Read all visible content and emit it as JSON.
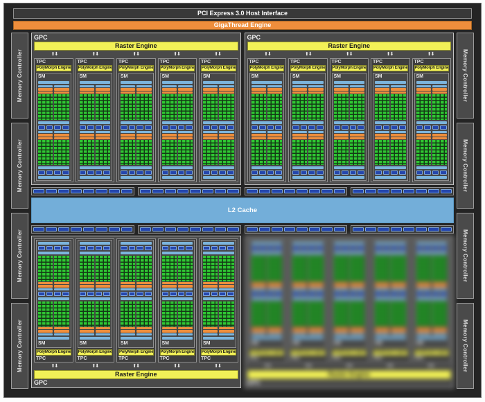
{
  "pci_bar": {
    "label": "PCI Express 3.0 Host Interface"
  },
  "gigathread_bar": {
    "label": "GigaThread Engine"
  },
  "l2_cache": {
    "label": "L2 Cache"
  },
  "labels": {
    "gpc": "GPC",
    "raster_engine": "Raster Engine",
    "tpc": "TPC",
    "polymorph_engine": "PolyMorph Engine",
    "sm": "SM",
    "memory_controller": "Memory Controller"
  },
  "icons": {
    "up_down_arrows": "⬆⬇"
  },
  "structure": {
    "gpc_count": 4,
    "tpcs_per_gpc": 5,
    "arrow_pairs_per_gpc": 5,
    "memory_controllers_per_side": 4,
    "core_grid_columns": 4,
    "core_grid_rows": 8,
    "sm_segments_per_row": 4,
    "crossbar_groups_per_row": 4,
    "segments_per_crossbar_group": 8,
    "blurred_quadrant": "bottom-right"
  },
  "colors": {
    "page_bg": "#fdfdfd",
    "die_bg": "#242424",
    "panel_bg": "#4a4a4a",
    "tpc_bg": "#3e3e3e",
    "sm_bg": "#474747",
    "bar_dark": "#393939",
    "orange": "#ee8e3c",
    "yellow": "#f2f157",
    "light_blue": "#7cb5dd",
    "dark_blue": "#2547ae",
    "seg_border": "#7fa8e0",
    "green": "#2fc733",
    "green_dark": "#143a16",
    "l2_blue": "#73aed9",
    "border_light": "#c4c4c4",
    "border_mid": "#8f8f8f",
    "text_dark": "#1a1a1a"
  }
}
